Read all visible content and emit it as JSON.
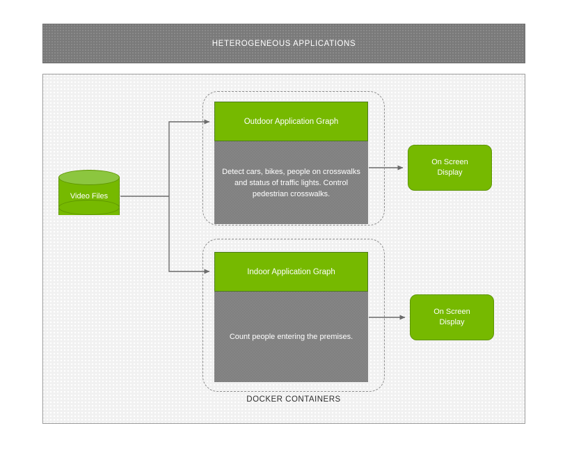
{
  "header": {
    "title": "HETEROGENEOUS APPLICATIONS"
  },
  "source": {
    "label": "Video Files",
    "shape": "cylinder-datastore"
  },
  "docker": {
    "caption": "DOCKER CONTAINERS",
    "groups": [
      {
        "name": "outdoor-container"
      },
      {
        "name": "indoor-container"
      }
    ]
  },
  "applications": [
    {
      "title": "Outdoor Application Graph",
      "description": "Detect cars, bikes, people on crosswalks and status of traffic lights. Control pedestrian crosswalks.",
      "output": "On Screen\nDisplay"
    },
    {
      "title": "Indoor Application Graph",
      "description": "Count people entering the premises.",
      "output": "On Screen\nDisplay"
    }
  ],
  "outputs": [
    {
      "line1": "On Screen",
      "line2": "Display"
    },
    {
      "line1": "On Screen",
      "line2": "Display"
    }
  ],
  "colors": {
    "green": "#76b900",
    "green_light": "#8cc63f",
    "green_border": "#5d9400",
    "gray_body": "#808080",
    "header_gray": "#7a7a7a",
    "panel_bg": "#f1f1f1",
    "panel_border": "#9a9a9a",
    "dashed_border": "#8d8d8d",
    "connector": "#6b6b6b",
    "text_light": "#ffffff",
    "text_dark": "#2f2f2f"
  }
}
